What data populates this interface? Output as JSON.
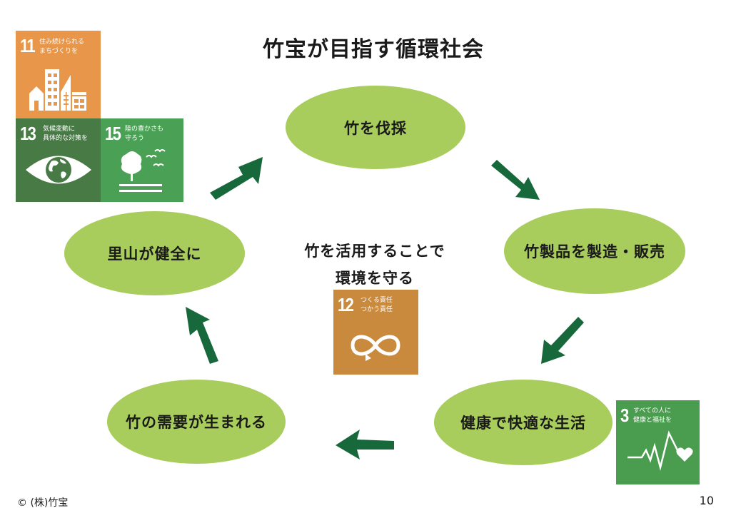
{
  "title": "竹宝が目指す循環社会",
  "cycle": {
    "nodes": [
      {
        "id": "harvest",
        "label": "竹を伐採"
      },
      {
        "id": "manufacture",
        "label": "竹製品を製造・販売"
      },
      {
        "id": "healthy-life",
        "label": "健康で快適な生活"
      },
      {
        "id": "demand",
        "label": "竹の需要が生まれる"
      },
      {
        "id": "satoyama",
        "label": "里山が健全に"
      }
    ],
    "arrows": [
      {
        "from": "satoyama",
        "to": "harvest"
      },
      {
        "from": "harvest",
        "to": "manufacture"
      },
      {
        "from": "manufacture",
        "to": "healthy-life"
      },
      {
        "from": "healthy-life",
        "to": "demand"
      },
      {
        "from": "demand",
        "to": "satoyama"
      }
    ]
  },
  "center": {
    "line1": "竹を活用することで",
    "line2": "環境を守る"
  },
  "sdgs": {
    "goal11": {
      "number": "11",
      "label": "住み続けられる\nまちづくりを",
      "color": "#e8974a"
    },
    "goal13": {
      "number": "13",
      "label": "気候変動に\n具体的な対策を",
      "color": "#487a45"
    },
    "goal15": {
      "number": "15",
      "label": "陸の豊かさも\n守ろう",
      "color": "#4aa054"
    },
    "goal12": {
      "number": "12",
      "label": "つくる責任\nつかう責任",
      "color": "#c98a3d"
    },
    "goal3": {
      "number": "3",
      "label": "すべての人に\n健康と福祉を",
      "color": "#4a9c4f"
    }
  },
  "colors": {
    "node_fill": "#a8cd5d",
    "arrow": "#17683a"
  },
  "footer": {
    "copyright": "© (株)竹宝",
    "page_number": "10"
  }
}
